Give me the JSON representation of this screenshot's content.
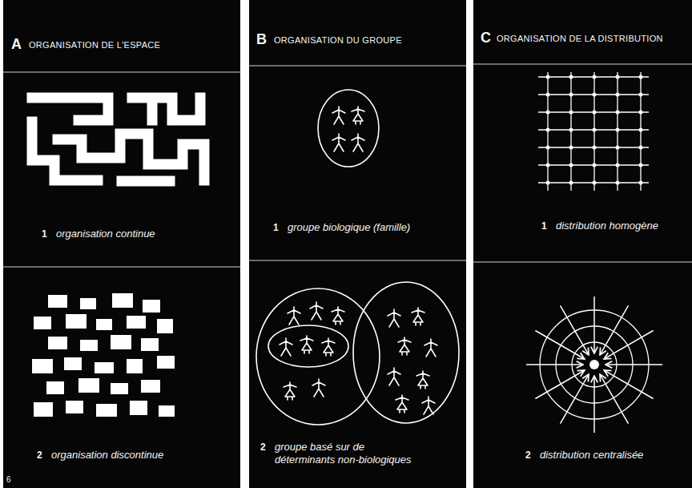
{
  "diagram": {
    "nodes": [
      {
        "text": [
          "A",
          "ORGANISATION DE L'ESPACE"
        ]
      },
      {
        "text": [
          "1",
          "organisation continue"
        ],
        "in": 0
      },
      {
        "text": [
          "2",
          "organisation discontinue"
        ],
        "in": 0
      },
      {
        "text": [
          "B",
          "ORGANISATION DU GROUPE"
        ]
      },
      {
        "text": [
          "1",
          "groupe biologique (famille)"
        ],
        "in": 3
      },
      {
        "text": [
          "2",
          "groupe basé sur de déterminants non-biologiques"
        ],
        "in": 3
      },
      {
        "text": [
          "C",
          "ORGANISATION DE LA DISTRIBUTION"
        ]
      },
      {
        "text": [
          "1",
          "distribution homogène"
        ],
        "in": 6
      },
      {
        "text": [
          "2",
          "distribution centralisée"
        ],
        "in": 6
      }
    ],
    "labels": [
      "6"
    ]
  }
}
